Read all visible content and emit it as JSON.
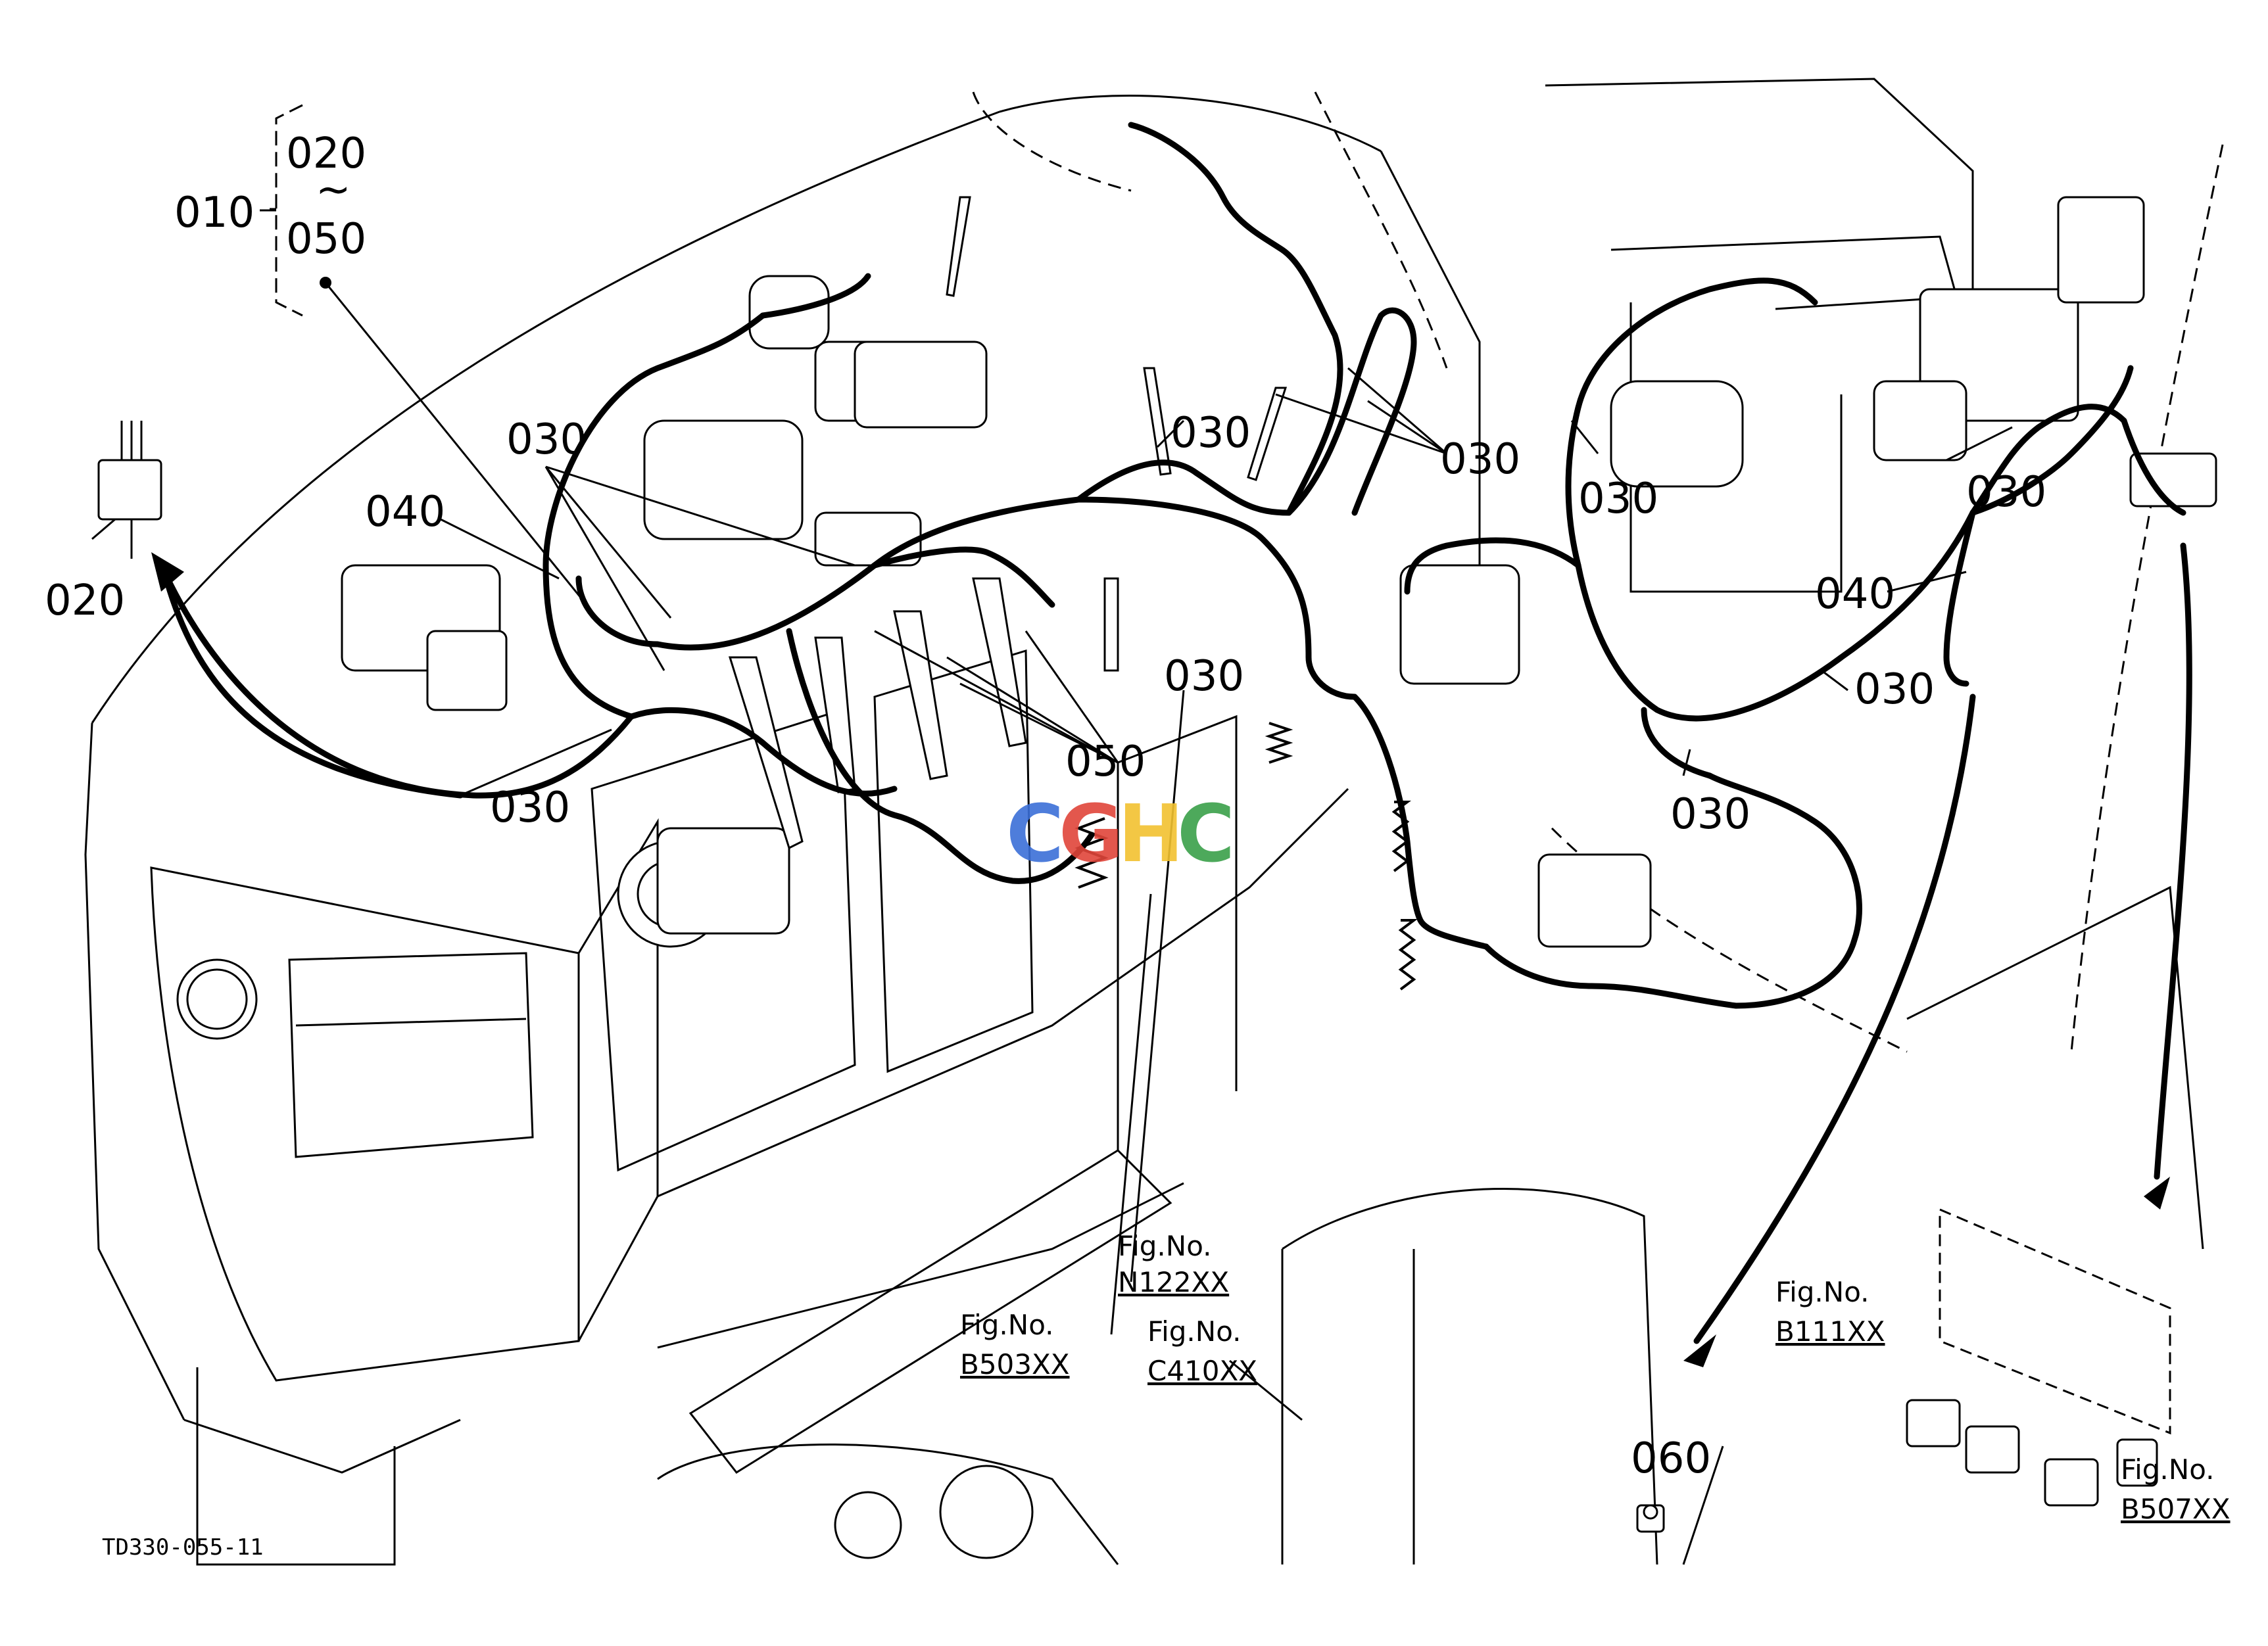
{
  "callouts": {
    "c010": "010",
    "c020a": "020",
    "tilde": "~",
    "c050a": "050",
    "c020b": "020",
    "c030": "030",
    "c040": "040",
    "c050": "050",
    "c060": "060"
  },
  "figure_refs": {
    "n122_title": "Fig.No.",
    "n122_code": "N122XX",
    "b503_title": "Fig.No.",
    "b503_code": "B503XX",
    "c410_title": "Fig.No.",
    "c410_code": "C410XX",
    "b111_title": "Fig.No.",
    "b111_code": "B111XX",
    "b507_title": "Fig.No.",
    "b507_code": "B507XX"
  },
  "drawing_code": "TD330-055-11",
  "watermark": "CGHC",
  "colors": {
    "line": "#000000",
    "background": "#ffffff",
    "watermark_blue": "#3b6fd8",
    "watermark_red": "#e0453a",
    "watermark_yellow": "#f2c230",
    "watermark_green": "#3aa04a"
  }
}
